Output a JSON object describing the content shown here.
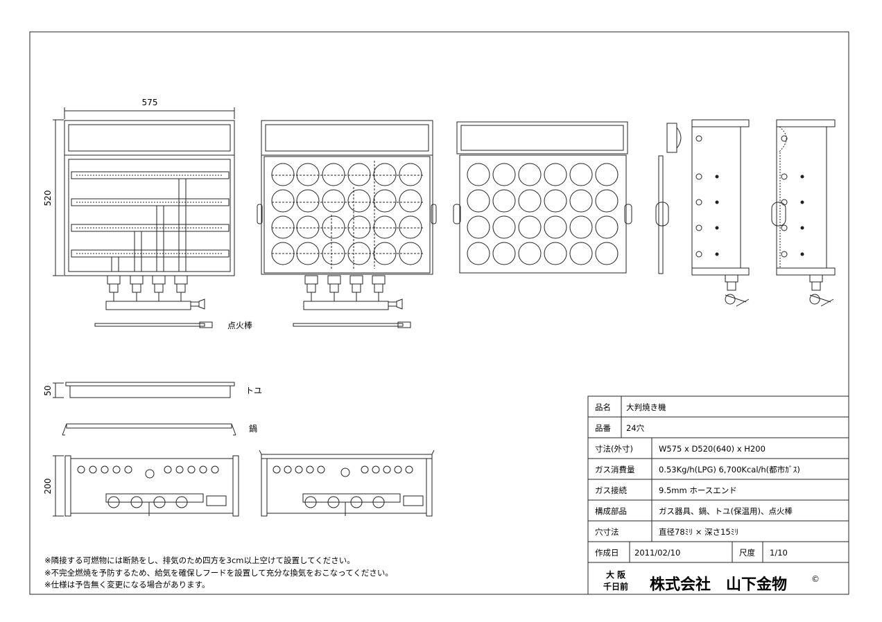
{
  "dimensions": {
    "width": "575",
    "depth": "520",
    "tray_height": "50",
    "front_height": "200"
  },
  "part_labels": {
    "ignition_rod": "点火棒",
    "tray": "トユ",
    "pot": "鍋"
  },
  "notes": [
    "※隣接する可燃物には断熱をし、排気のため四方を3cm以上空けて設置してください。",
    "※不完全燃焼を予防するため、給気を確保しフードを設置して充分な換気をおこなってください。",
    "※仕様は予告無く変更になる場合があります。"
  ],
  "title_block": {
    "rows": [
      {
        "label": "品名",
        "value": "大判焼き機"
      },
      {
        "label": "品番",
        "value": "24穴"
      },
      {
        "label": "寸法(外寸)",
        "value": "W575 x D520(640) x H200"
      },
      {
        "label": "ガス消費量",
        "value": "0.53Kg/h(LPG) 6,700Kcal/h(都市ｶﾞｽ)"
      },
      {
        "label": "ガス接続",
        "value": "9.5mm ホースエンド"
      },
      {
        "label": "構成部品",
        "value": "ガス器具、鍋、トユ(保温用)、点火棒"
      },
      {
        "label": "穴寸法",
        "value": "直径78ﾐﾘ × 深さ15ﾐﾘ"
      }
    ],
    "date_label": "作成日",
    "date_value": "2011/02/10",
    "scale_label": "尺度",
    "scale_value": "1/10",
    "company_city_1": "大 阪",
    "company_city_2": "千日前",
    "company_name": "株式会社　山下金物",
    "copyright_mark": "©"
  }
}
